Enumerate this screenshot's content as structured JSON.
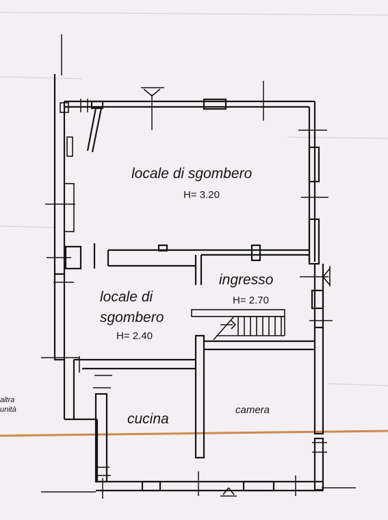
{
  "rooms": {
    "locale_top": {
      "name": "locale di sgombero",
      "height": "H= 3.20"
    },
    "locale_left": {
      "name_line1": "locale di",
      "name_line2": "sgombero",
      "height": "H= 2.40"
    },
    "ingresso": {
      "name": "ingresso",
      "height": "H= 2.70"
    },
    "cucina": {
      "name": "cucina"
    },
    "camera": {
      "name": "camera"
    }
  },
  "neighbor": {
    "line1": "altra",
    "line2": "unità"
  },
  "colors": {
    "paper": "#f3eff3",
    "ink": "#141414",
    "stray_line": "#c98a4a"
  }
}
